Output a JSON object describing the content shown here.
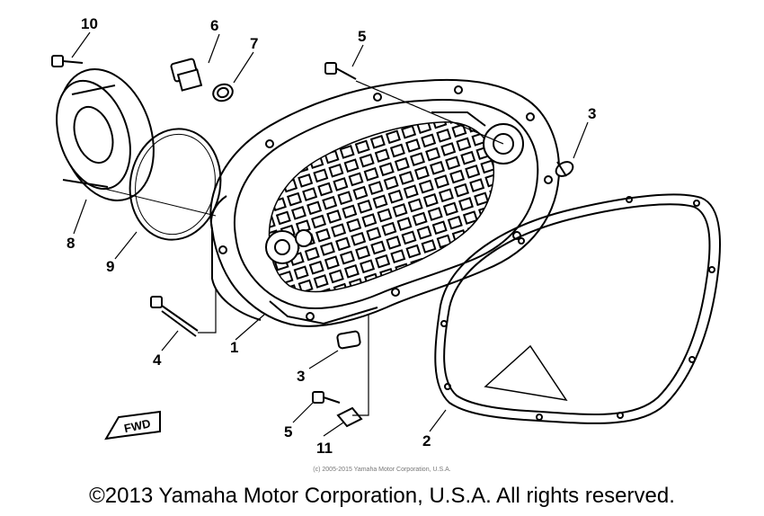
{
  "callouts": {
    "c1": "1",
    "c2": "2",
    "c3a": "3",
    "c3b": "3",
    "c4": "4",
    "c5a": "5",
    "c5b": "5",
    "c6": "6",
    "c7": "7",
    "c8": "8",
    "c9": "9",
    "c10": "10",
    "c11": "11"
  },
  "fwd_label": "FWD",
  "watermark": "(c) 2005-2015 Yamaha Motor Corporation, U.S.A.",
  "copyright": "©2013 Yamaha Motor Corporation, U.S.A. All rights reserved."
}
